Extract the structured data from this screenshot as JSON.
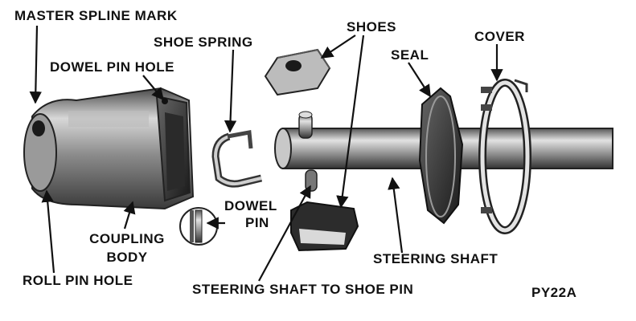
{
  "labels": {
    "master_spline_mark": "MASTER SPLINE MARK",
    "shoe_spring": "SHOE SPRING",
    "dowel_pin_hole": "DOWEL PIN HOLE",
    "shoes": "SHOES",
    "seal": "SEAL",
    "cover": "COVER",
    "dowel_pin_line1": "DOWEL",
    "dowel_pin_line2": "PIN",
    "coupling_body_line1": "COUPLING",
    "coupling_body_line2": "BODY",
    "roll_pin_hole": "ROLL PIN HOLE",
    "steering_shaft": "STEERING SHAFT",
    "steering_shaft_to_shoe_pin": "STEERING SHAFT TO SHOE PIN",
    "figure_code": "PY22A"
  },
  "colors": {
    "ink": "#111111",
    "metal_dark": "#4a4a4a",
    "metal_mid": "#8c8c8c",
    "metal_light": "#d8d8d8"
  }
}
